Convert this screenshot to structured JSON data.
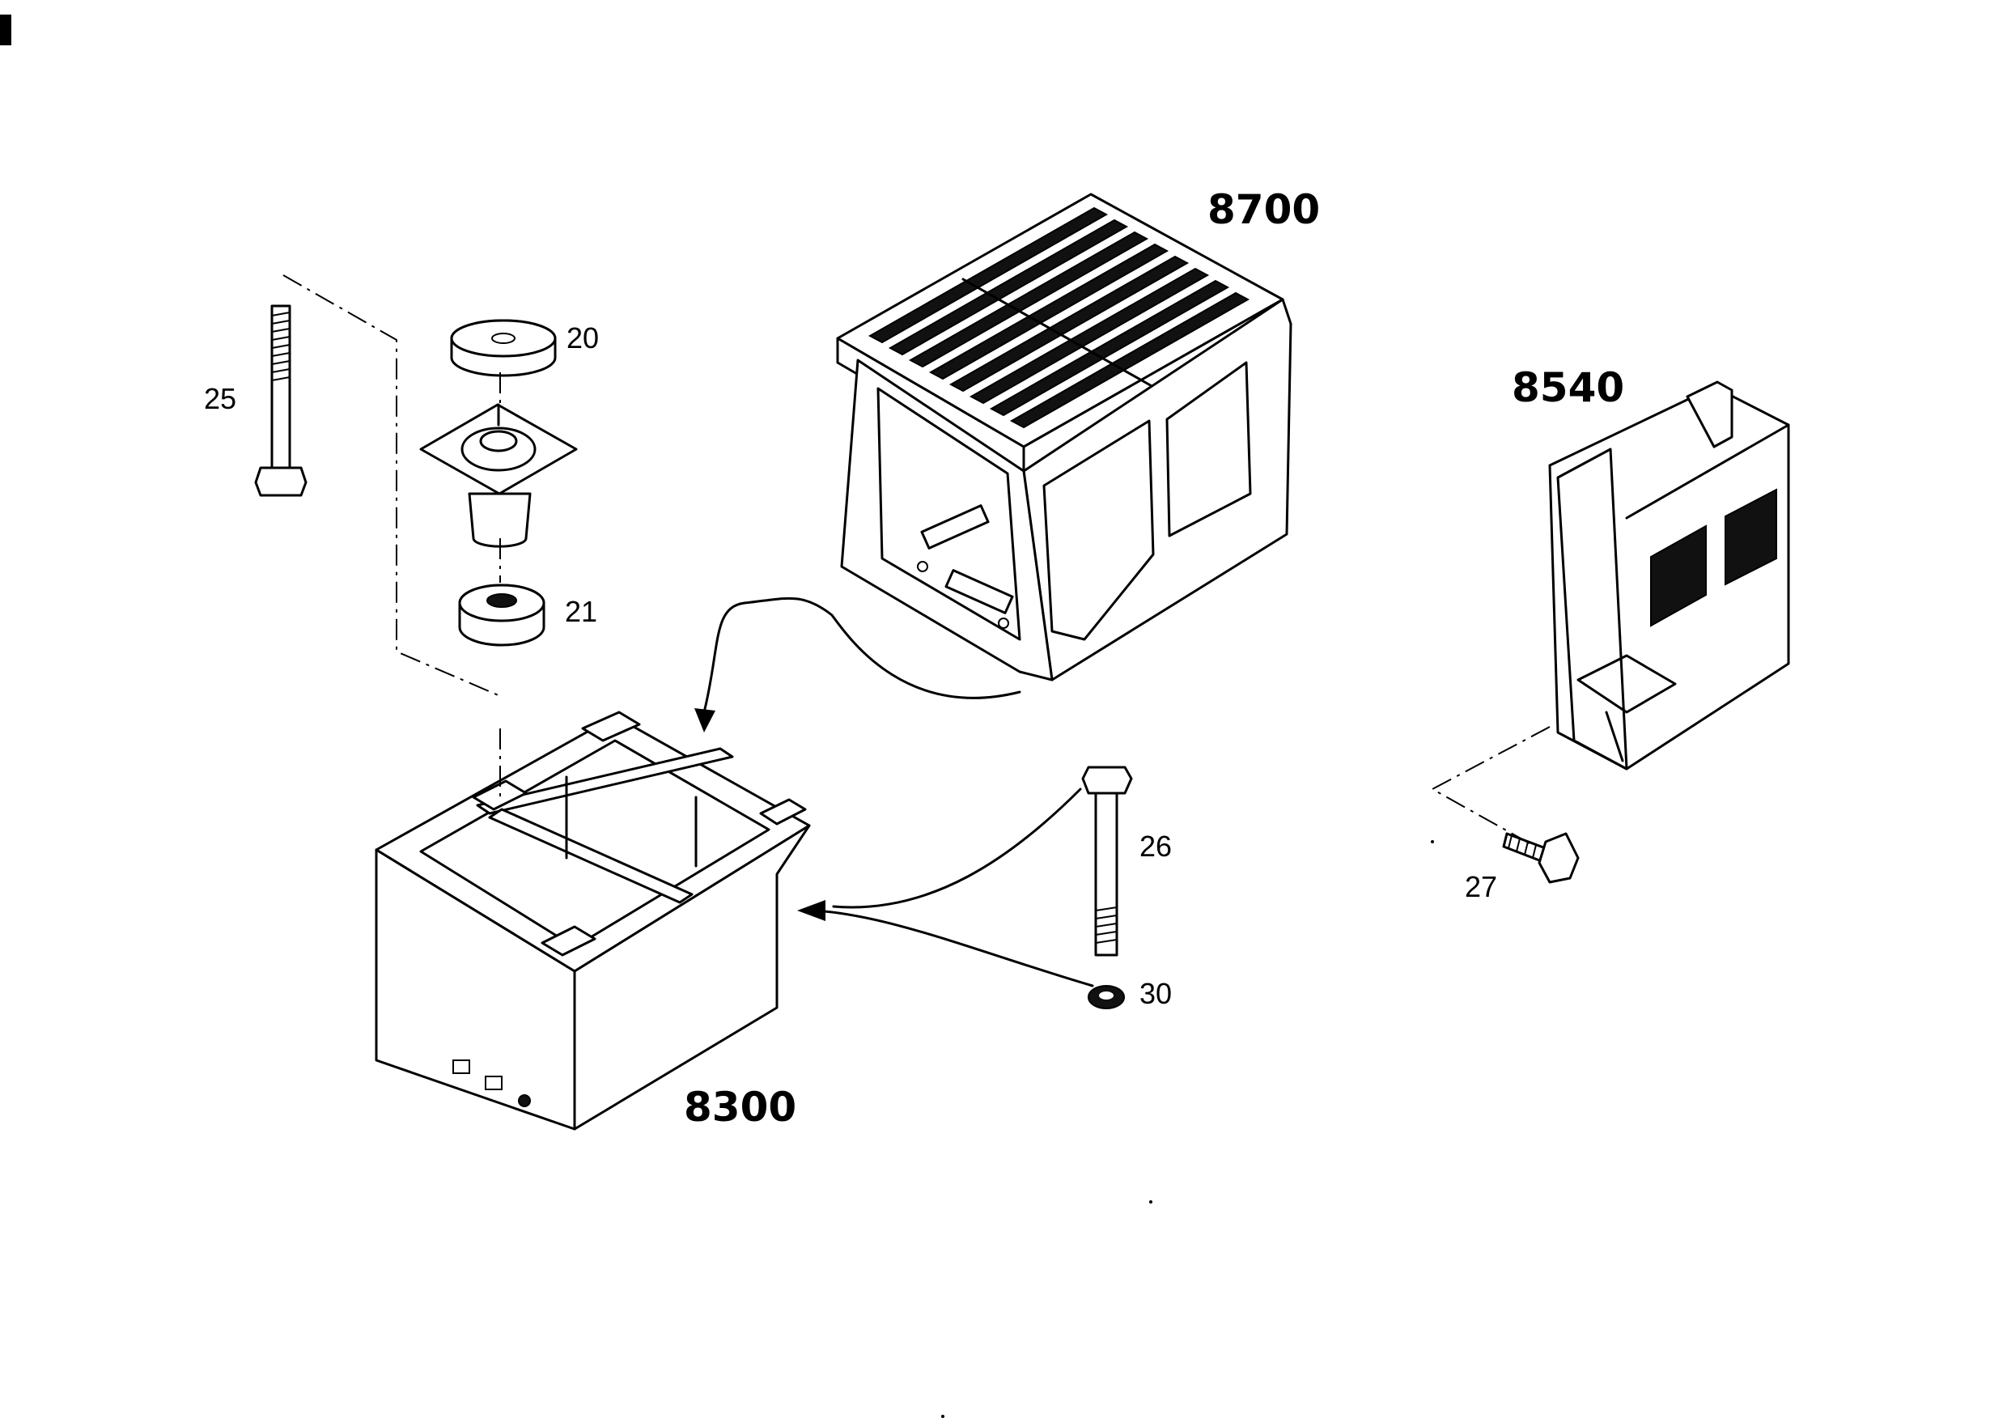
{
  "assemblies": {
    "cab_frame": "8700",
    "rear_panel": "8540",
    "base_frame": "8300"
  },
  "parts": {
    "cap": "20",
    "mount": "21",
    "bolt_long": "25",
    "bolt_base": "26",
    "screw": "27",
    "washer": "30"
  },
  "colors": {
    "ink": "#000000",
    "paper": "#ffffff"
  }
}
